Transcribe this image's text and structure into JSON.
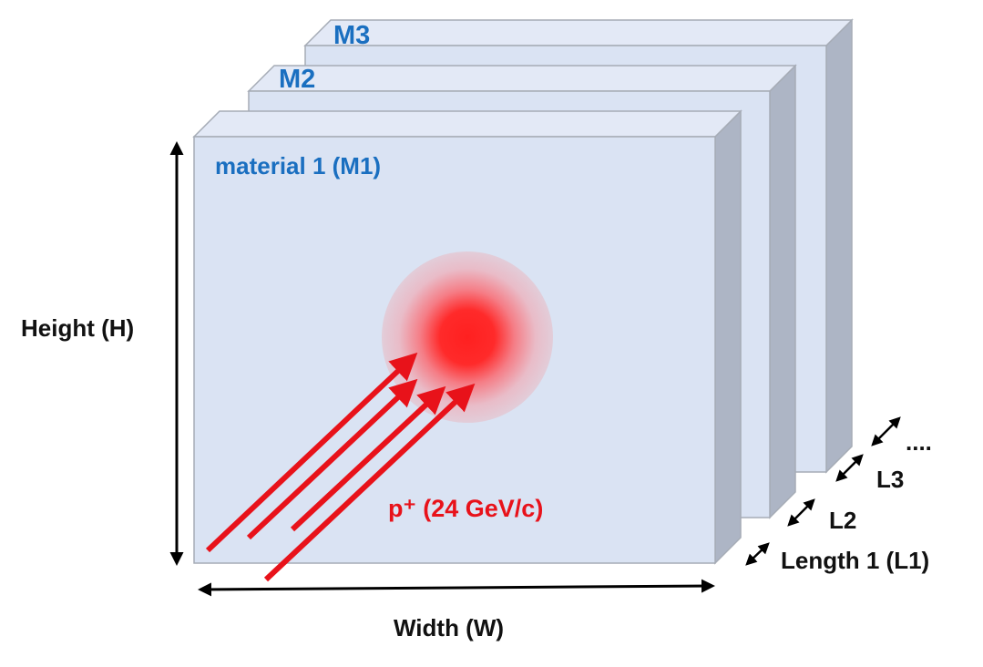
{
  "plates": [
    {
      "label": "M3"
    },
    {
      "label": "M2"
    },
    {
      "label": "material 1 (M1)"
    }
  ],
  "dimensions": {
    "height": "Height (H)",
    "width": "Width (W)",
    "lengths": [
      "Length 1 (L1)",
      "L2",
      "L3",
      "...."
    ]
  },
  "beam": {
    "label": "p⁺ (24 GeV/c)"
  },
  "colors": {
    "plate_face": "#dae3f3",
    "plate_side": "#adb5c5",
    "plate_top": "#e3e9f6",
    "plate_edge": "#a6acb6",
    "label_blue": "#1a6fc0",
    "beam_red": "#e8121a",
    "arrow_black": "#000000"
  }
}
